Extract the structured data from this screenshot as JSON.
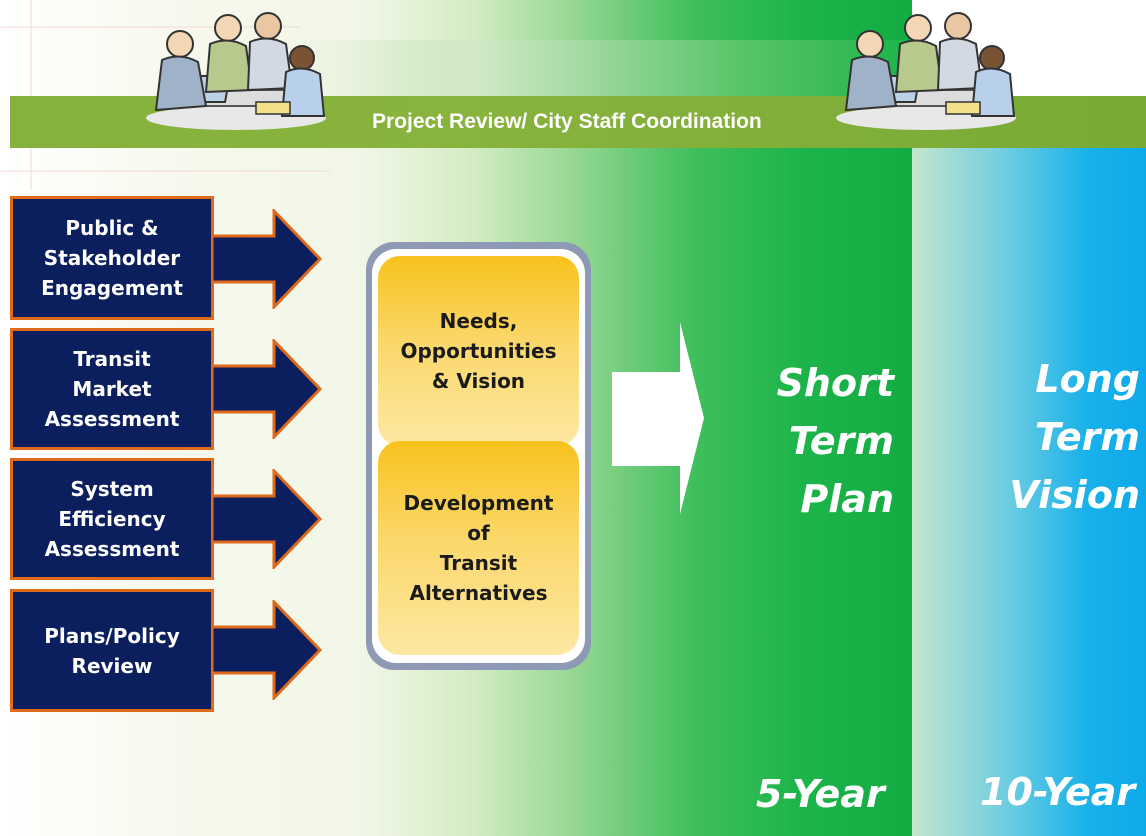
{
  "top_band": {
    "label": "Project Review/ City Staff Coordination"
  },
  "inputs": [
    {
      "label": "Public &\nStakeholder\nEngagement"
    },
    {
      "label": "Transit\nMarket\nAssessment"
    },
    {
      "label": "System\nEfficiency\nAssessment"
    },
    {
      "label": "Plans/Policy\nReview"
    }
  ],
  "process": [
    {
      "label": "Needs,\nOpportunities\n& Vision"
    },
    {
      "label": "Development\nof\nTransit\nAlternatives"
    }
  ],
  "outcomes": [
    {
      "label": "Short\nTerm\nPlan",
      "horizon": "5-Year"
    },
    {
      "label": "Long\nTerm\nVision",
      "horizon": "10-Year"
    }
  ],
  "colors": {
    "input_fill": "#0b1f5e",
    "input_border": "#e06a1c",
    "band_green": "#86b13c",
    "short_term_green": "#13ac43",
    "long_term_blue": "#0fa9ea",
    "card_yellow": "#f8c21d"
  },
  "icons": [
    "people-meeting-illustration",
    "arrow-right-icon",
    "large-arrow-right-icon"
  ]
}
